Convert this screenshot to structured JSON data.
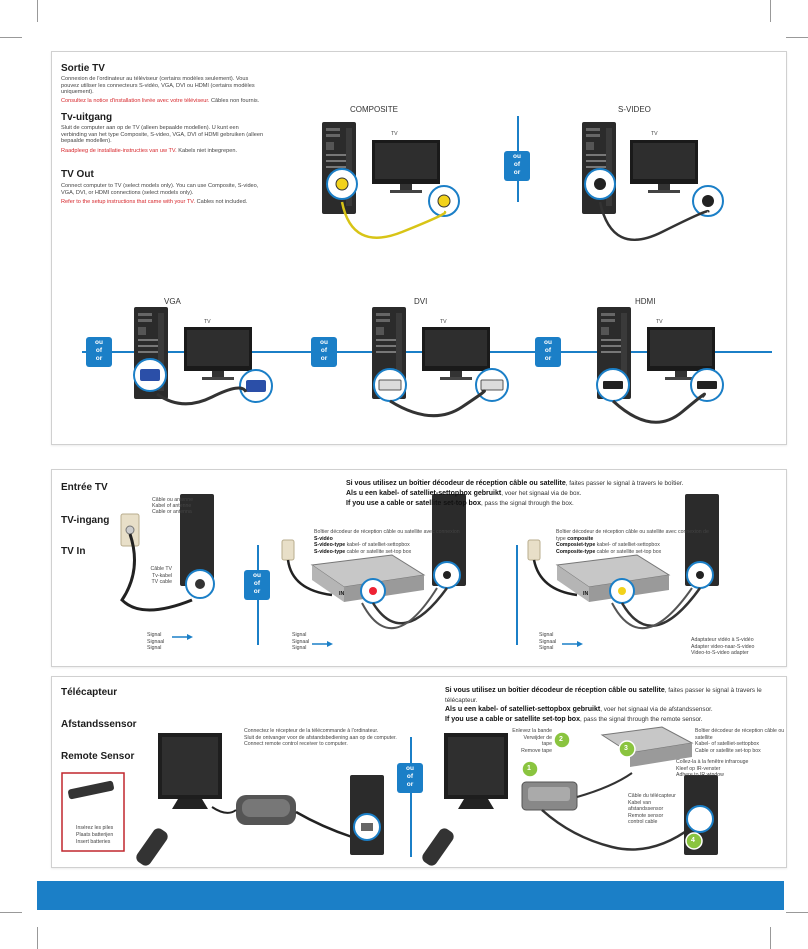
{
  "tv_out": {
    "heading_fr": "Sortie TV",
    "text_fr": "Connexion de l'ordinateur au téléviseur (certains modèles seulement). Vous pouvez utiliser les connecteurs S-vidéo, VGA, DVI ou HDMI (certains modèles uniquement).",
    "note_fr_red": "Consultez la notice d'installation livrée avec votre téléviseur.",
    "note_fr_rest": " Câbles non fournis.",
    "heading_nl": "Tv-uitgang",
    "text_nl": "Sluit de computer aan op de TV (alleen bepaalde modellen). U kunt een verbinding van het type Composite, S-video, VGA, DVI of HDMI gebruiken (alleen bepaalde modellen).",
    "note_nl_red": "Raadpleeg de installatie-instructies van uw TV.",
    "note_nl_rest": " Kabels niet inbegrepen.",
    "heading_en": "TV Out",
    "text_en": "Connect computer to TV (select models only). You can use Composite, S-video, VGA, DVI, or HDMI connections (select models only).",
    "note_en_red": "Refer to the setup instructions that came with your TV.",
    "note_en_rest": " Cables not included.",
    "labels": {
      "composite": "COMPOSITE",
      "svideo": "S-VIDEO",
      "vga": "VGA",
      "dvi": "DVI",
      "hdmi": "HDMI",
      "tv": "TV"
    }
  },
  "or_badge": [
    "ou",
    "of",
    "or"
  ],
  "tv_in": {
    "heading_fr": "Entrée TV",
    "heading_nl": "TV-ingang",
    "heading_en": "TV In",
    "stb_fr_bold": "Si vous utilisez un boîtier décodeur de réception câble ou satellite",
    "stb_fr_rest": ", faites passer le signal à travers le boîtier.",
    "stb_nl_bold": "Als u een kabel- of satelliet-settopbox gebruikt",
    "stb_nl_rest": ", voer het signaal via de box.",
    "stb_en_bold": "If you use a cable or satellite set-top box",
    "stb_en_rest": ", pass the signal through the box.",
    "antenna": [
      "Câble ou antenne",
      "Kabel of antenne",
      "Cable or antenna"
    ],
    "tv_cable": [
      "Câble TV",
      "Tv-kabel",
      "TV cable"
    ],
    "signal": [
      "Signal",
      "Signaal",
      "Signal"
    ],
    "box_svideo_fr": "Boîtier décodeur de réception câble ou satellite avec connexion",
    "box_svideo_fr_bold": "S-vidéo",
    "box_svideo_nl_bold": "S-video-type",
    "box_svideo_nl_rest": " kabel- of satelliet-settopbox",
    "box_svideo_en_bold": "S-video-type",
    "box_svideo_en_rest": " cable or satellite set-top box",
    "box_comp_fr": "Boîtier décodeur de réception câble ou satellite avec connexion de type",
    "box_comp_fr_bold": "composite",
    "box_comp_nl_bold": "Composiet-type",
    "box_comp_nl_rest": " kabel- of satelliet-settopbox",
    "box_comp_en_bold": "Composite-type",
    "box_comp_en_rest": " cable or satellite set-top box",
    "in_label": "IN",
    "adapter": [
      "Adaptateur vidéo à S-vidéo",
      "Adapter video-naar-S-video",
      "Video-to-S-video adapter"
    ]
  },
  "remote": {
    "heading_fr": "Télécapteur",
    "heading_nl": "Afstandssensor",
    "heading_en": "Remote Sensor",
    "batteries": [
      "Insérez les piles",
      "Plaats batterijen",
      "Insert batteries"
    ],
    "connect": [
      "Connectez le récepteur de la télécommande à l'ordinateur.",
      "Sluit de ontvanger voor de afstandsbediening aan op de computer.",
      "Connect remote control receiver to computer."
    ],
    "stb_fr_bold": "Si vous utilisez un boîtier décodeur de réception câble ou satellite",
    "stb_fr_rest": ", faites passer le signal à travers le télécapteur.",
    "stb_nl_bold": "Als u een kabel- of satelliet-settopbox gebruikt",
    "stb_nl_rest": ", voer het signaal via de afstandssensor.",
    "stb_en_bold": "If you use a cable or satellite set-top box",
    "stb_en_rest": ", pass the signal through the remote sensor.",
    "tape": [
      "Enlevez la bande",
      "Verwijder de tape",
      "Remove tape"
    ],
    "stb": [
      "Boîtier décodeur de réception câble ou satellite",
      "Kabel- of satelliet-settopbox",
      "Cable or satellite set-top box"
    ],
    "window": [
      "Collez-la à la fenêtre infrarouge",
      "Kleef op IR-venster",
      "Adhere to IR window"
    ],
    "sensor_cable": [
      "Câble du télécapteur",
      "Kabel van afstandssensor",
      "Remote sensor control cable"
    ],
    "steps": [
      "1",
      "2",
      "3",
      "4"
    ]
  }
}
